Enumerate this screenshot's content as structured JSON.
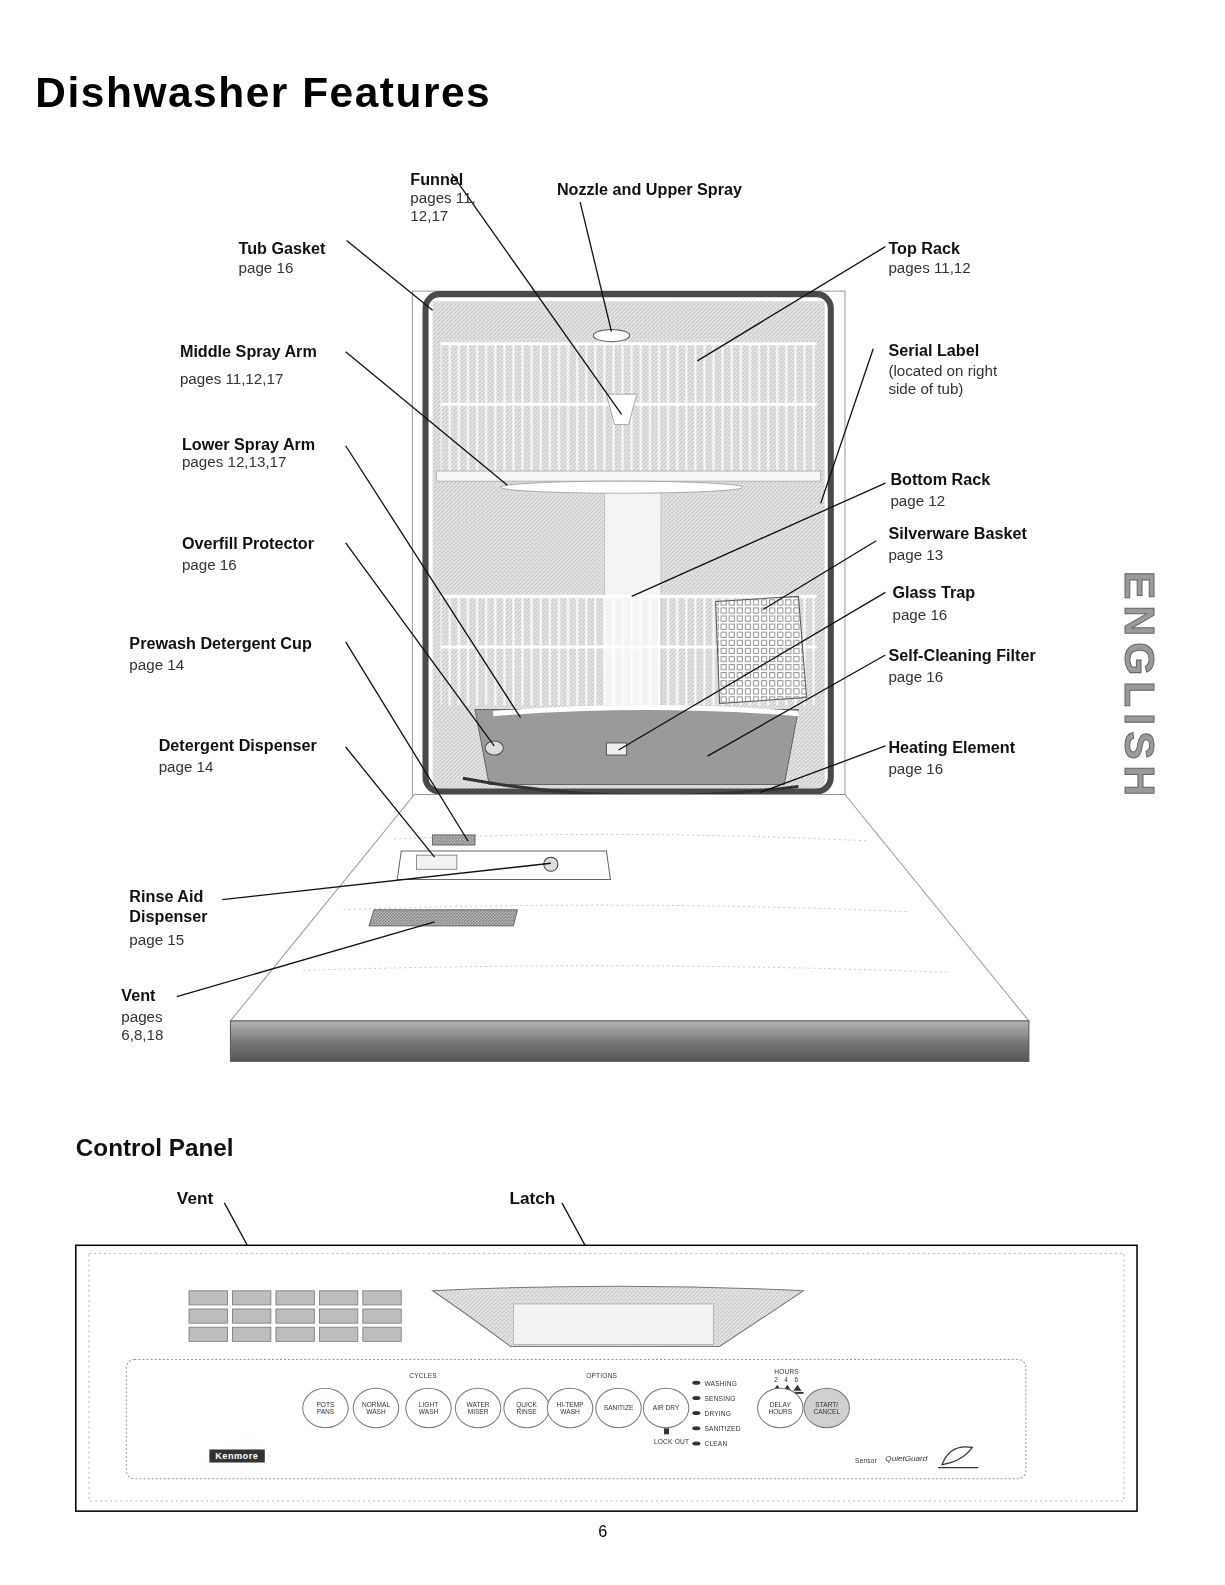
{
  "diagram": {
    "title": "Dishwasher Features",
    "nodes": [
      {
        "text": [
          "POTS PANS"
        ]
      },
      {
        "text": [
          "NORMAL WASH"
        ]
      },
      {
        "text": [
          "LIGHT WASH"
        ]
      },
      {
        "text": [
          "WATER MISER"
        ]
      },
      {
        "text": [
          "QUICK RINSE"
        ]
      },
      {
        "text": [
          "HI-TEMP WASH"
        ]
      },
      {
        "text": [
          "SANITIZE"
        ]
      },
      {
        "text": [
          "AIR DRY"
        ]
      },
      {
        "text": [
          "DELAY HOURS"
        ]
      },
      {
        "text": [
          "START/ CANCEL"
        ]
      }
    ],
    "labels": [
      "Funnel",
      "pages 11, 12,17",
      "Nozzle and Upper Spray",
      "Tub Gasket",
      "page 16",
      "Top Rack",
      "pages 11,12",
      "Middle Spray Arm",
      "pages 11,12,17",
      "Serial Label",
      "(located on right side of tub)",
      "Lower Spray Arm",
      "pages 12,13,17",
      "Bottom Rack",
      "page 12",
      "Overfill Protector",
      "page 16",
      "Silverware Basket",
      "page 13",
      "Glass Trap",
      "page 16",
      "Prewash Detergent Cup",
      "page 14",
      "Self-Cleaning Filter",
      "page 16",
      "Detergent Dispenser",
      "page 14",
      "Heating Element",
      "page 16",
      "Rinse Aid Dispenser",
      "page 15",
      "Vent",
      "pages 6,8,18",
      "ENGLISH",
      "Control Panel",
      "Vent",
      "Latch",
      "CYCLES",
      "OPTIONS",
      "WASHING",
      "SENSING",
      "DRYING",
      "SANITIZED",
      "CLEAN",
      "HOURS",
      "2",
      "4",
      "6",
      "LOCK OUT",
      "Kenmore",
      "Sensor",
      "QuietGuard",
      "6"
    ]
  }
}
